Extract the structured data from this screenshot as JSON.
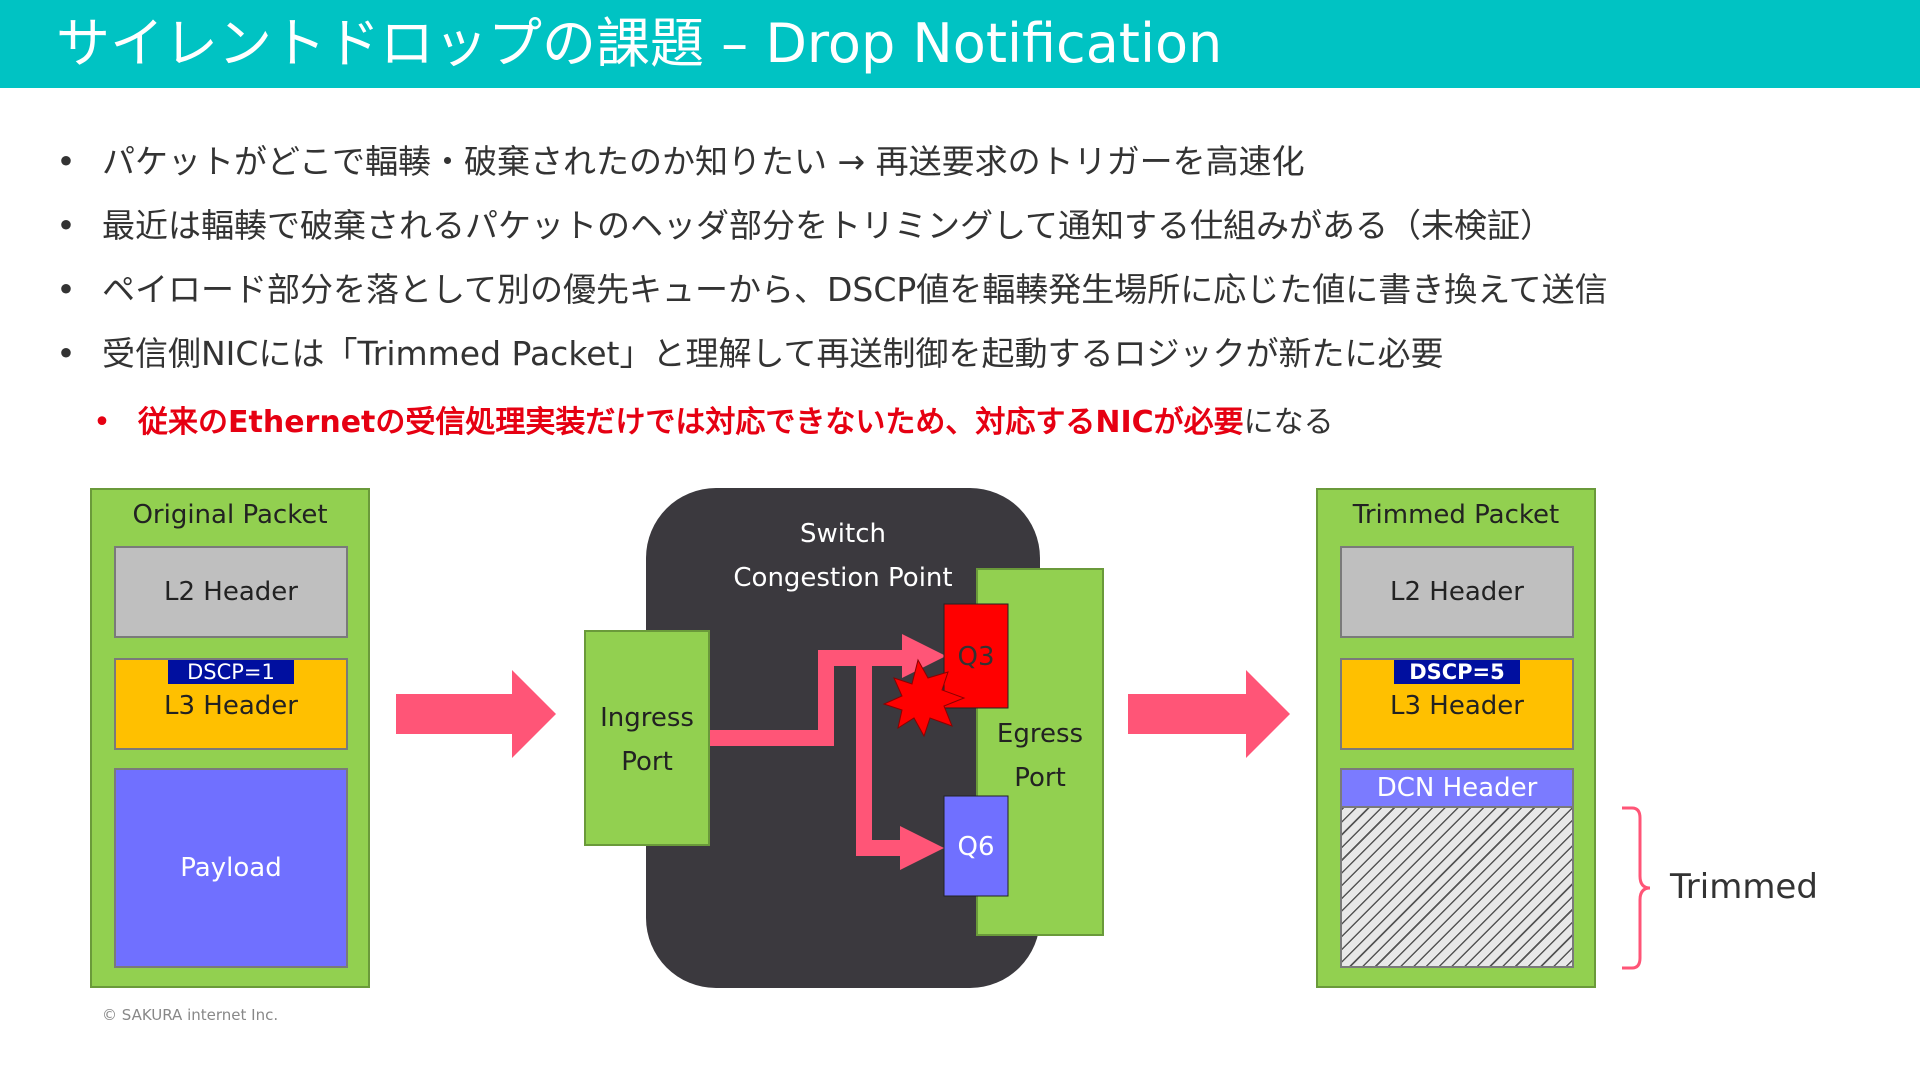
{
  "title": "サイレントドロップの課題 – Drop Notification",
  "bullets": [
    "パケットがどこで輻輳・破棄されたのか知りたい → 再送要求のトリガーを高速化",
    "最近は輻輳で破棄されるパケットのヘッダ部分をトリミングして通知する仕組みがある（未検証）",
    "ペイロード部分を落として別の優先キューから、DSCP値を輻輳発生場所に応じた値に書き換えて送信",
    "受信側NICには「Trimmed Packet」と理解して再送制御を起動するロジックが新たに必要"
  ],
  "sub_bullet": {
    "emphasis": "従来のEthernetの受信処理実装だけでは対応できないため、対応するNICが必要",
    "tail": "になる"
  },
  "diagram": {
    "original_packet": {
      "title": "Original Packet",
      "l2": "L2 Header",
      "dscp": "DSCP=1",
      "l3": "L3 Header",
      "payload": "Payload"
    },
    "switch": {
      "title": "Switch",
      "subtitle": "Congestion Point",
      "ingress": [
        "Ingress",
        "Port"
      ],
      "egress": [
        "Egress",
        "Port"
      ],
      "q3": "Q3",
      "q6": "Q6"
    },
    "trimmed_packet": {
      "title": "Trimmed Packet",
      "l2": "L2 Header",
      "dscp": "DSCP=5",
      "l3": "L3 Header",
      "dcn": "DCN Header",
      "trimmed_label": "Trimmed"
    }
  },
  "colors": {
    "title_bar": "#00c3c3",
    "packet_green": "#92d050",
    "l2_gray": "#bfbfbf",
    "l3_orange": "#ffc000",
    "dscp_navy": "#000f9f",
    "payload_purple": "#7070ff",
    "dcn_purple": "#7b7bff",
    "arrow_pink": "#ff5577",
    "queue_red": "#ff0000",
    "switch_dark": "#3b393e",
    "emphasis_red": "#e60012"
  },
  "footer": "© SAKURA internet Inc."
}
